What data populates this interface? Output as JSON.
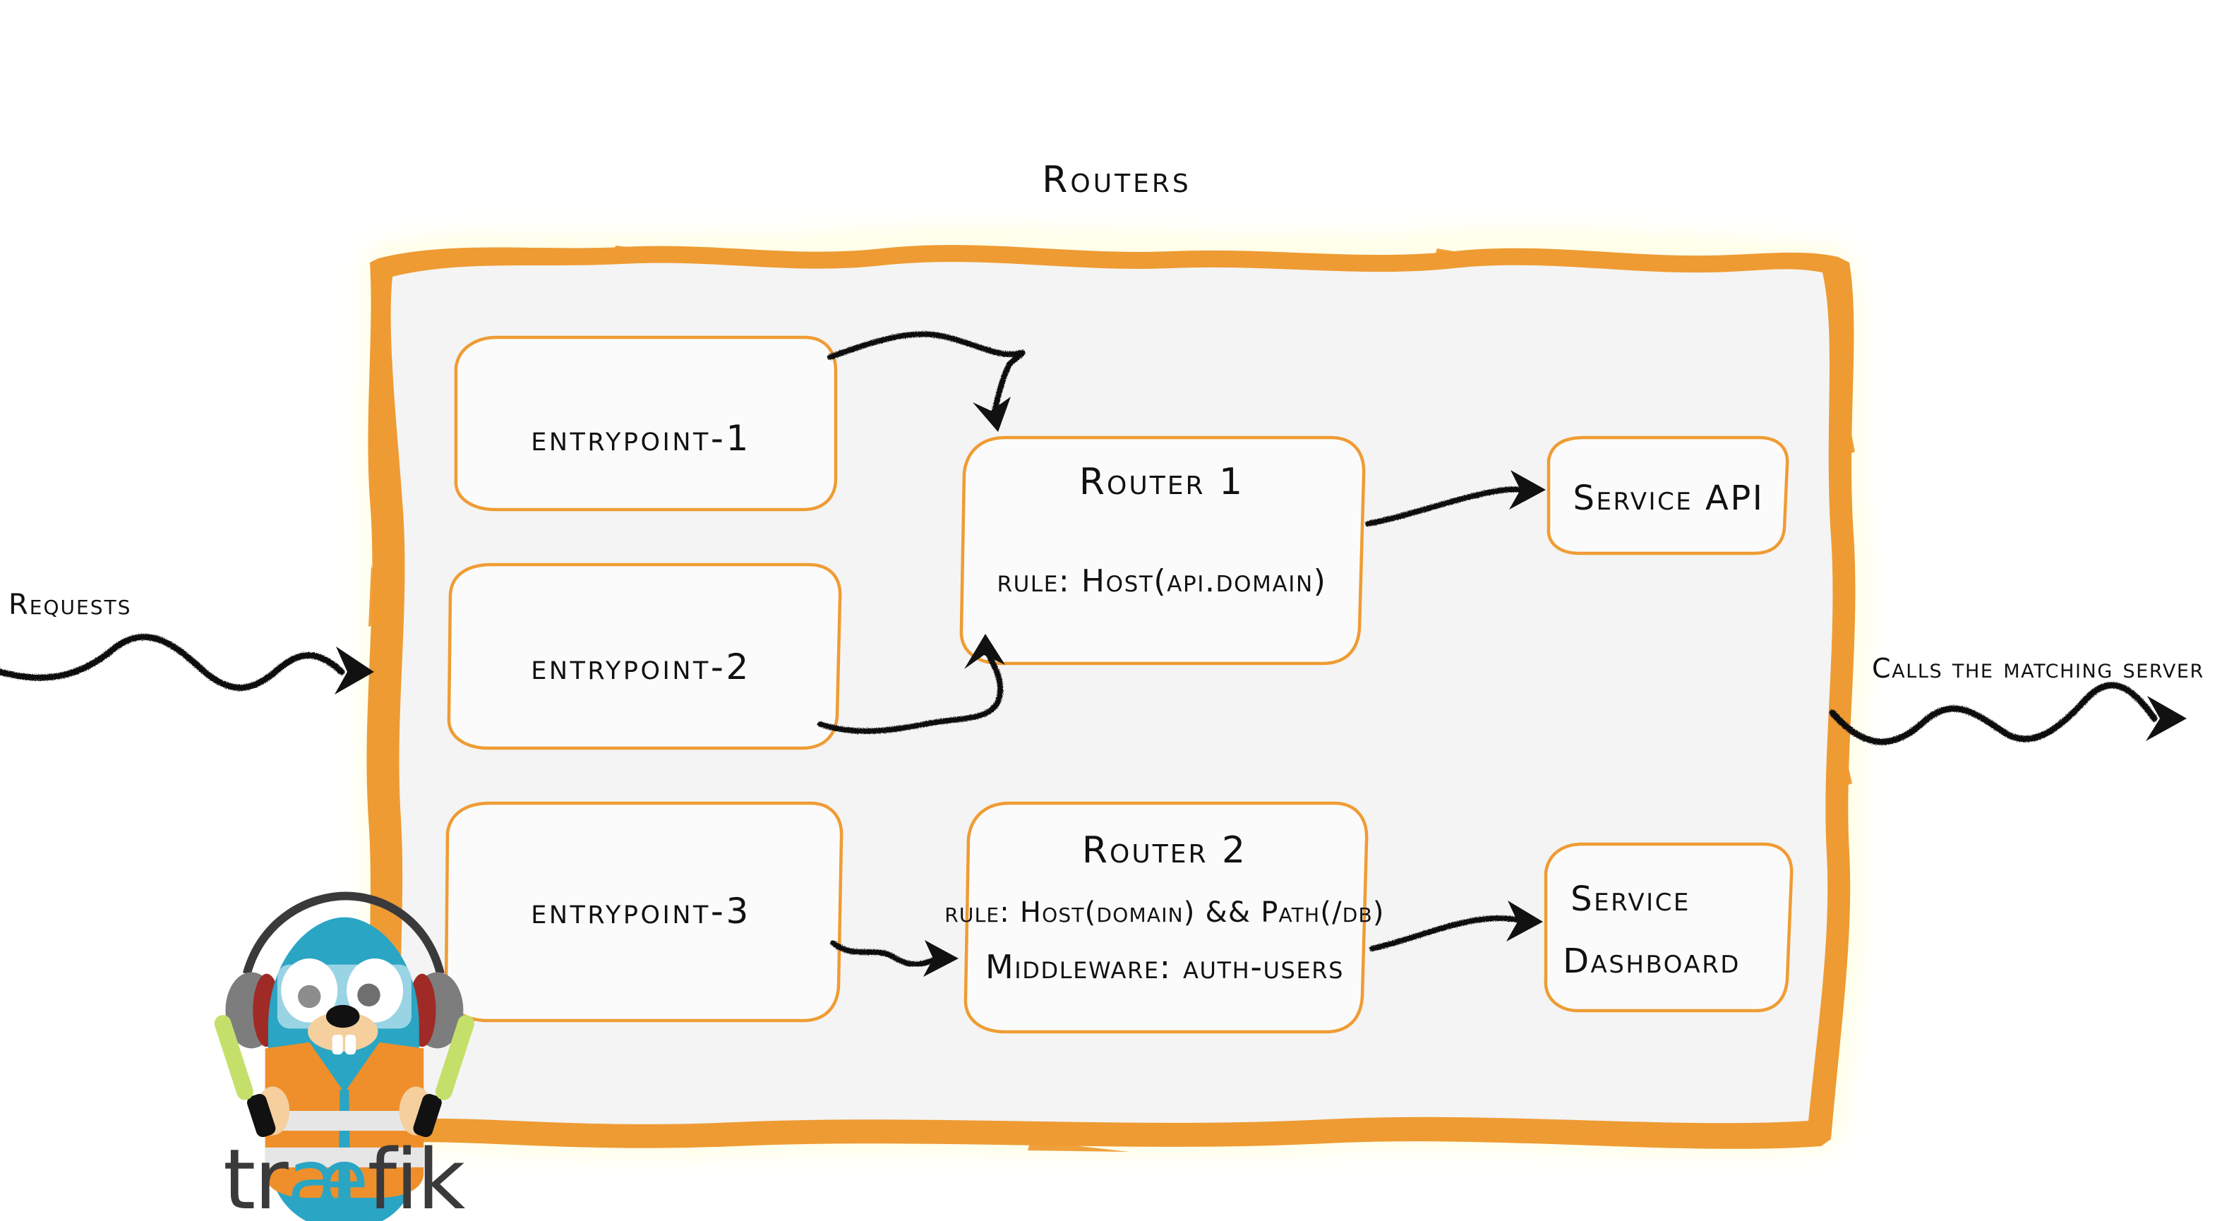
{
  "diagram": {
    "title": "Routers",
    "theme": {
      "brand_orange": "#ee9b33",
      "panel_gray": "#f4f4f4",
      "ink_black": "#111111",
      "gopher_blue": "#2aa5c4",
      "gopher_vest_orange": "#ef8f2b",
      "logo_dark": "#3a3a3c"
    },
    "entrypoints": [
      {
        "label": "entrypoint-1"
      },
      {
        "label": "entrypoint-2"
      },
      {
        "label": "entrypoint-3"
      }
    ],
    "routers": [
      {
        "name": "Router 1",
        "rule": "rule: Host(api.domain)",
        "middleware": ""
      },
      {
        "name": "Router 2",
        "rule": "rule: Host(domain) && Path(/db)",
        "middleware": "Middleware: auth-users"
      }
    ],
    "services": [
      {
        "line1": "Service API",
        "line2": ""
      },
      {
        "line1": "Service",
        "line2": "Dashboard"
      }
    ],
    "annotations": {
      "input_label": "Requests",
      "output_label": "Calls the matching server"
    },
    "logo": {
      "text_part1": "tr",
      "text_ae": "æ",
      "text_part2": "fik",
      "alt": "traefik"
    }
  }
}
